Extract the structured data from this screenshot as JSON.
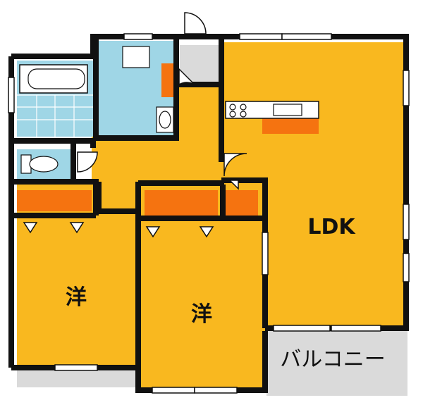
{
  "rooms": {
    "ldk": "LDK",
    "western_room_1": "洋",
    "western_room_2": "洋",
    "balcony": "バルコニー"
  },
  "colors": {
    "floor": "#F9B81F",
    "closet": "#F57310",
    "wet_area": "#9FD6E6",
    "wall": "#111111",
    "balcony": "#DADADA"
  }
}
